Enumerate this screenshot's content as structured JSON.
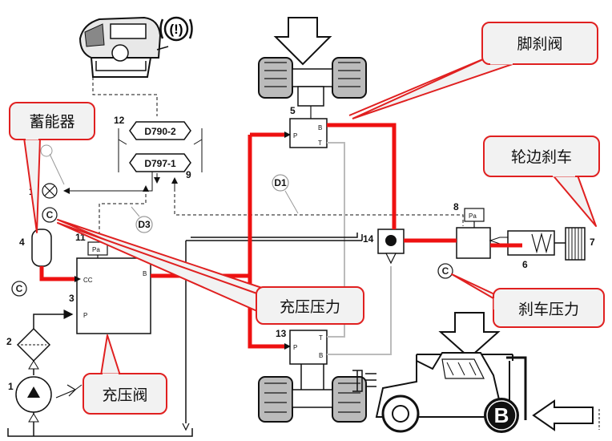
{
  "colors": {
    "hydraulic_line": "#ee1111",
    "callout_border": "#e02020",
    "callout_fill": "#f2f2f2",
    "thin_line": "#555555",
    "return_line": "#bbbbbb"
  },
  "callouts": {
    "foot_brake_valve": "脚刹阀",
    "wheel_brake": "轮边刹车",
    "accumulator": "蓄能器",
    "charge_pressure": "充压压力",
    "brake_pressure": "刹车压力",
    "charge_valve": "充压阀"
  },
  "components": {
    "n1": "1",
    "n2": "2",
    "n3": "3",
    "n4": "4",
    "n5": "5",
    "n6": "6",
    "n7": "7",
    "n8": "8",
    "n9": "9",
    "n11": "11",
    "n12": "12",
    "n13": "13",
    "n14": "14",
    "n1b": "1"
  },
  "codes": {
    "d790": "D790-2",
    "d797": "D797-1",
    "d1": "D1",
    "d3": "D3"
  },
  "ports": {
    "p_top": "P",
    "b_top": "B",
    "t_top": "T",
    "p_bottom": "P",
    "t_bottom": "T",
    "b_bottom": "B",
    "cc": "CC",
    "p_charge": "P",
    "b_charge": "B",
    "pa_left": "Pa",
    "pa_right": "Pa"
  },
  "c_markers": {
    "c_accumulator": "C",
    "c_pump": "C",
    "c_brake": "C"
  },
  "icons": {
    "warning": "(!)",
    "brand": "B"
  }
}
